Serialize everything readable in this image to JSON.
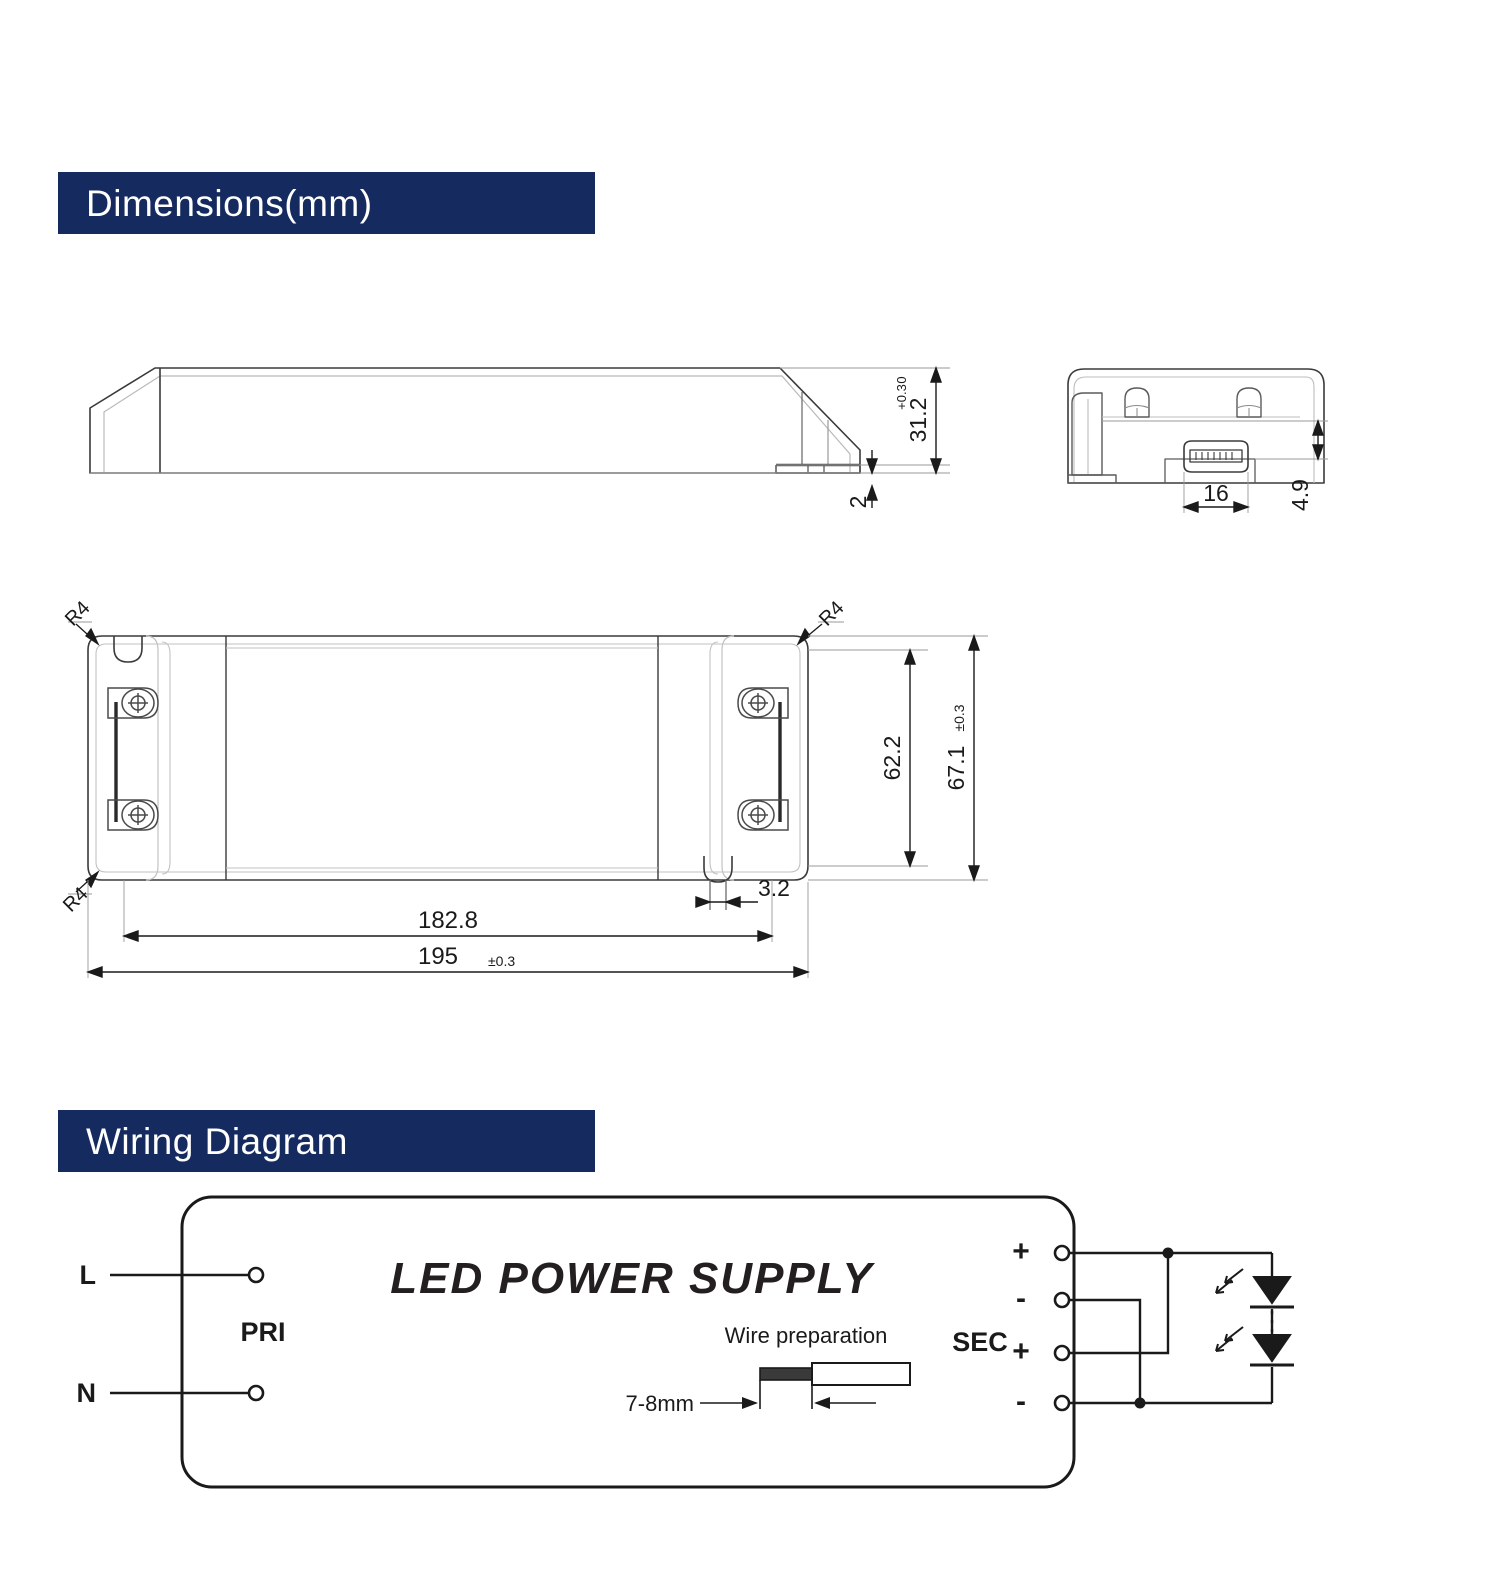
{
  "sections": {
    "dimensions": {
      "title": "Dimensions(mm)"
    },
    "wiring": {
      "title": "Wiring Diagram"
    }
  },
  "colors": {
    "header_background": "#152a5e",
    "header_text": "#ffffff",
    "drawing_line": "#3a3a3a",
    "dimension_text": "#1a1a1a",
    "page_background": "#ffffff"
  },
  "dimensions": {
    "unit": "mm",
    "side_view": {
      "height": {
        "value": "31.2",
        "tol_upper": "+0.3",
        "tol_lower": "0"
      },
      "base_thickness": "2"
    },
    "end_view": {
      "connector_width": "16",
      "connector_height": "4.9"
    },
    "top_view": {
      "corner_radius": "R4",
      "inner_width": "62.2",
      "overall_width": {
        "value": "67.1",
        "tolerance": "±0.3"
      },
      "wire_slot_width": "3.2",
      "inner_length": "182.8",
      "overall_length": {
        "value": "195",
        "tolerance": "±0.3"
      }
    }
  },
  "wiring": {
    "brand_text": "LED POWER SUPPLY",
    "primary": {
      "label": "PRI",
      "live_label": "L",
      "neutral_label": "N"
    },
    "secondary": {
      "label": "SEC",
      "terminals": [
        {
          "sign": "+"
        },
        {
          "sign": "-"
        },
        {
          "sign": "+"
        },
        {
          "sign": "-"
        }
      ]
    },
    "wire_prep": {
      "title": "Wire preparation",
      "strip_length": "7-8mm"
    },
    "load": {
      "led_count": 2,
      "connection": "series-string"
    }
  }
}
